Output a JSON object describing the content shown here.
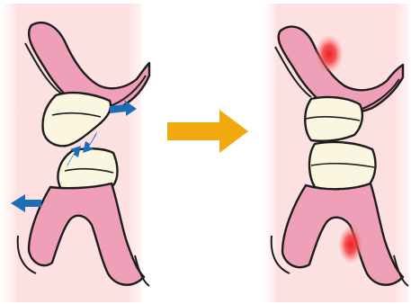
{
  "figure": {
    "panels": [
      {
        "id": "before",
        "state": "occlusal-trauma"
      },
      {
        "id": "after",
        "state": "inflammation"
      }
    ],
    "transition_arrow": {
      "icon": "right-arrow-icon",
      "color": "#f0a90f"
    },
    "force_arrows": {
      "icon": "force-arrow-icon",
      "color": "#1a6fb8"
    },
    "colors": {
      "background": "#fde1e1",
      "gingiva": "#ef9fb7",
      "tooth": "#fbf6df",
      "outline": "#1d1d1d",
      "inflammation": "#ee1f1f"
    }
  }
}
